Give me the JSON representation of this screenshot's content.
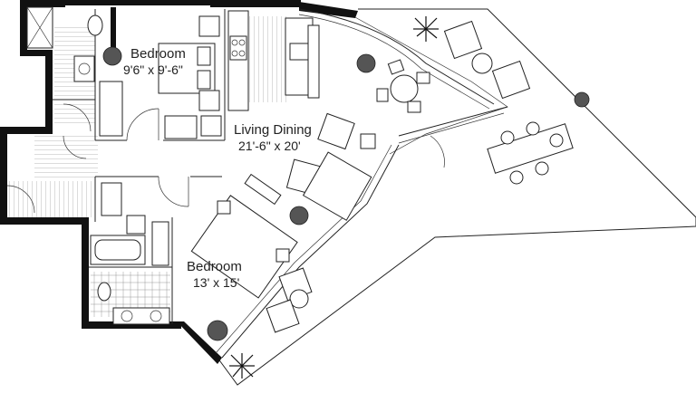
{
  "rooms": {
    "bedroom_1": {
      "name": "Bedroom",
      "dimensions": "9'6\" x 9'-6\""
    },
    "living_dining": {
      "name": "Living Dining",
      "dimensions": "21'-6\" x 20'"
    },
    "bedroom_2": {
      "name": "Bedroom",
      "dimensions": "13' x 15'"
    }
  },
  "colors": {
    "wall": "#111111",
    "line": "#222222",
    "plant": "#555555",
    "background": "#ffffff"
  }
}
